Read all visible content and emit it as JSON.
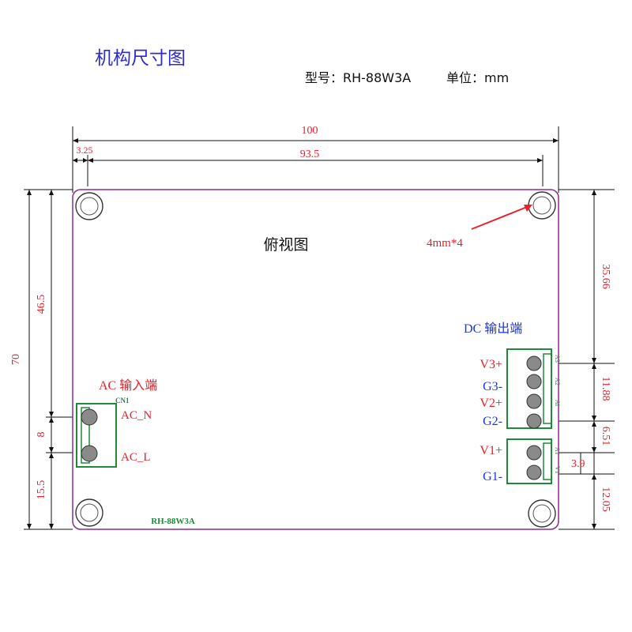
{
  "header": {
    "title": "机构尺寸图",
    "model_label": "型号：RH-88W3A",
    "unit_label": "单位：mm"
  },
  "board": {
    "view_label": "俯视图",
    "silkscreen": "RH-88W3A",
    "hole_note": "4mm*4"
  },
  "dimensions": {
    "width_total": "100",
    "hole_offset": "3.25",
    "hole_spacing": "93.5",
    "height_total": "70",
    "left_top": "46.5",
    "left_mid": "8",
    "left_bottom": "15.5",
    "right_top": "35.66",
    "right_mid1": "11.88",
    "right_mid2": "6.51",
    "right_bottom": "12.05",
    "pin_offset": "3.9"
  },
  "ac_input": {
    "title": "AC 输入端",
    "connector": "CN1",
    "pins": [
      "AC_N",
      "AC_L"
    ]
  },
  "dc_output": {
    "title": "DC 输出端",
    "pins": [
      "V3+",
      "G3-",
      "V2+",
      "G2-",
      "V1+",
      "G1-"
    ],
    "silk_connector2": [
      "A3",
      "A2",
      "Ai"
    ],
    "silk_connector1": [
      "A1",
      "V1"
    ]
  },
  "colors": {
    "title_blue": "#2b2bd6",
    "dim_red": "#e8202a",
    "board_outline": "#8e2a8e",
    "connector_green": "#1f8a3a",
    "dc_label_blue": "#2036d8"
  }
}
